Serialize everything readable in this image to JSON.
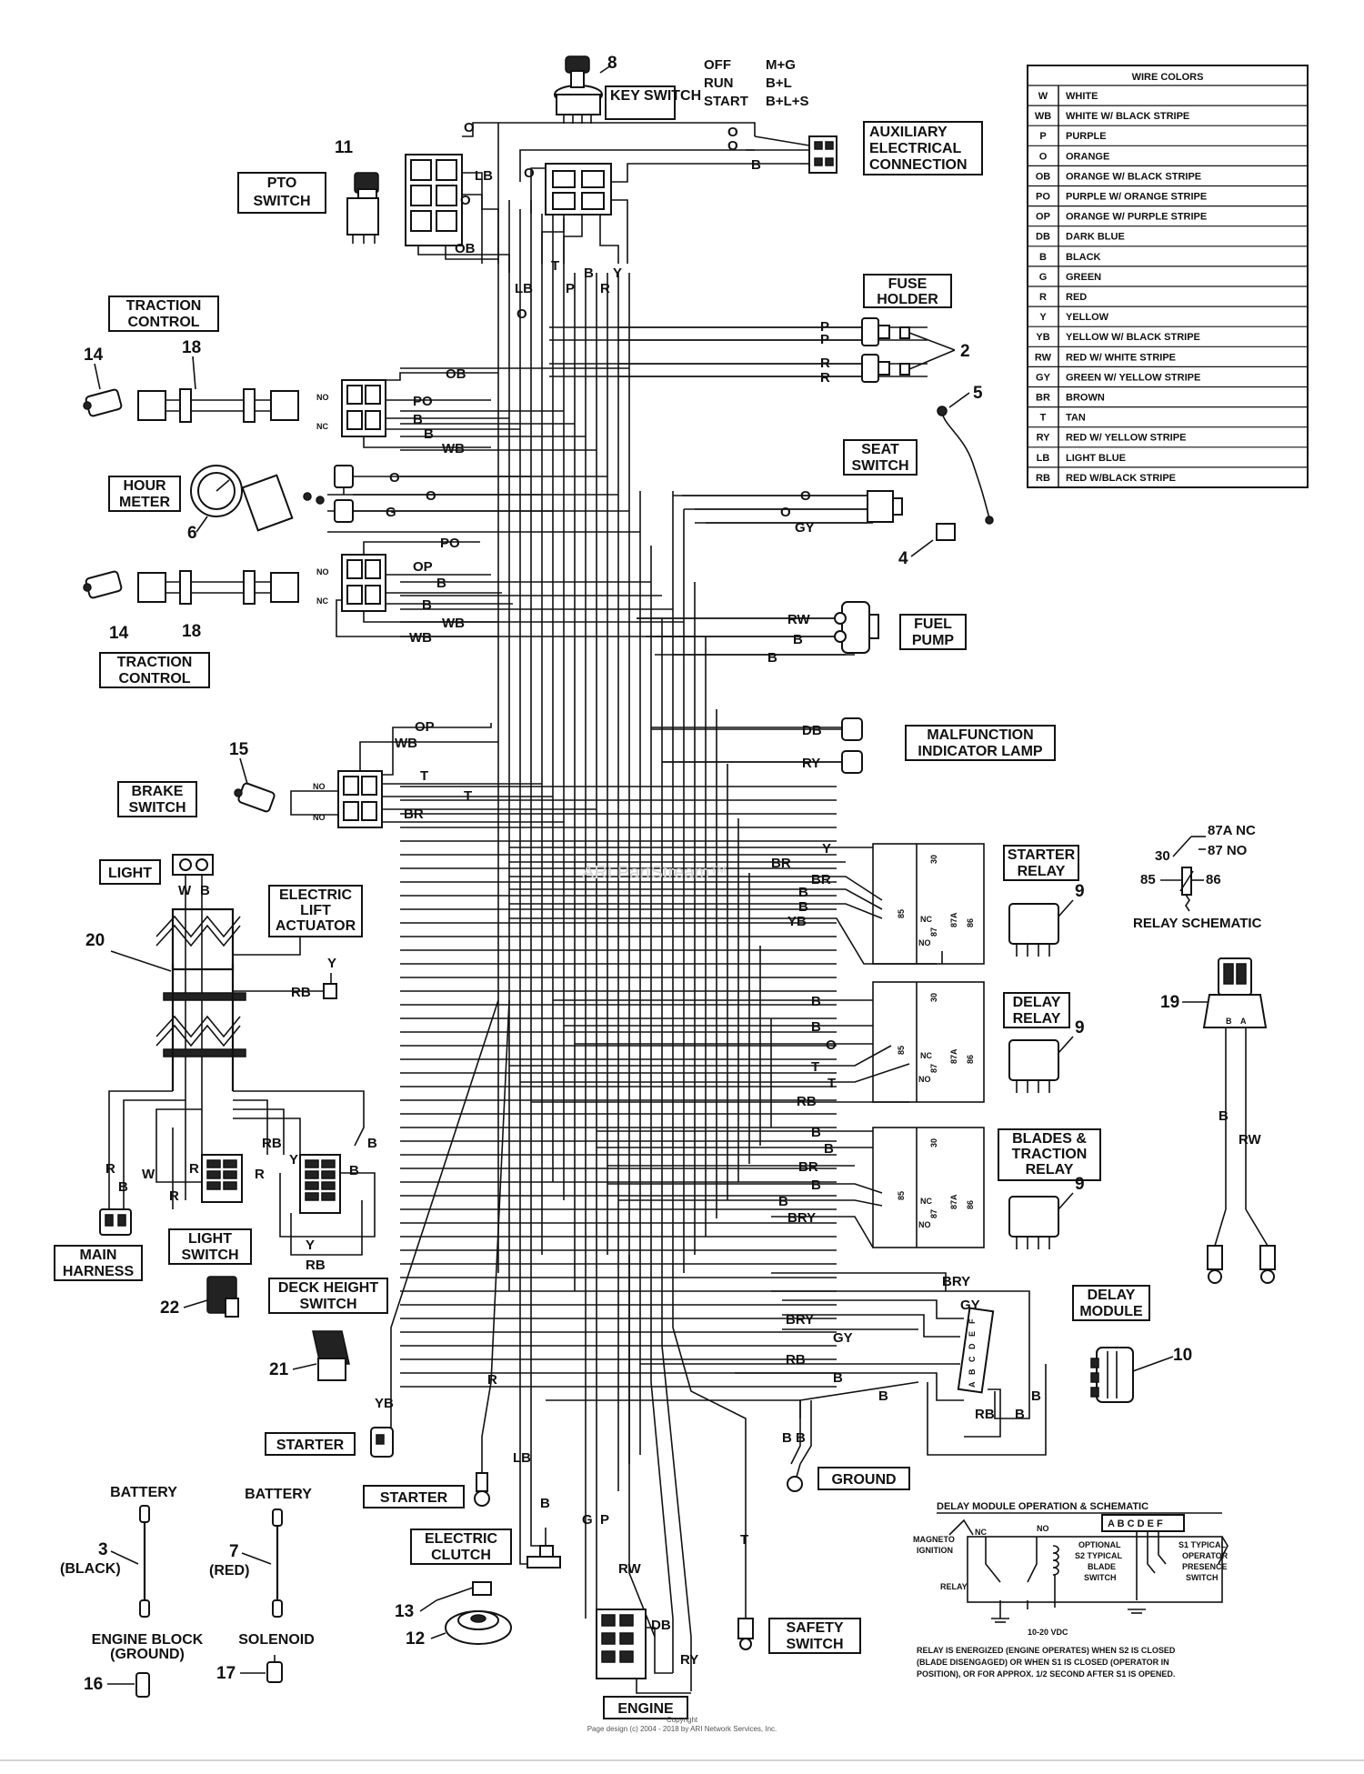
{
  "key_switch": {
    "label": "KEY SWITCH",
    "item": "8",
    "positions": [
      {
        "name": "OFF",
        "value": "M+G"
      },
      {
        "name": "RUN",
        "value": "B+L"
      },
      {
        "name": "START",
        "value": "B+L+S"
      }
    ]
  },
  "wire_colors": {
    "title": "WIRE COLORS",
    "rows": [
      {
        "code": "W",
        "desc": "WHITE"
      },
      {
        "code": "WB",
        "desc": "WHITE W/ BLACK STRIPE"
      },
      {
        "code": "P",
        "desc": "PURPLE"
      },
      {
        "code": "O",
        "desc": "ORANGE"
      },
      {
        "code": "OB",
        "desc": "ORANGE W/ BLACK STRIPE"
      },
      {
        "code": "PO",
        "desc": "PURPLE W/ ORANGE STRIPE"
      },
      {
        "code": "OP",
        "desc": "ORANGE W/ PURPLE STRIPE"
      },
      {
        "code": "DB",
        "desc": "DARK BLUE"
      },
      {
        "code": "B",
        "desc": "BLACK"
      },
      {
        "code": "G",
        "desc": "GREEN"
      },
      {
        "code": "R",
        "desc": "RED"
      },
      {
        "code": "Y",
        "desc": "YELLOW"
      },
      {
        "code": "YB",
        "desc": "YELLOW W/ BLACK STRIPE"
      },
      {
        "code": "RW",
        "desc": "RED W/ WHITE STRIPE"
      },
      {
        "code": "GY",
        "desc": "GREEN W/ YELLOW STRIPE"
      },
      {
        "code": "BR",
        "desc": "BROWN"
      },
      {
        "code": "T",
        "desc": "TAN"
      },
      {
        "code": "RY",
        "desc": "RED W/ YELLOW STRIPE"
      },
      {
        "code": "LB",
        "desc": "LIGHT BLUE"
      },
      {
        "code": "RB",
        "desc": "RED W/BLACK STRIPE"
      }
    ]
  },
  "labels": {
    "aux": [
      "AUXILIARY",
      "ELECTRICAL",
      "CONNECTION"
    ],
    "pto": [
      "PTO",
      "SWITCH"
    ],
    "fuse": [
      "FUSE",
      "HOLDER"
    ],
    "traction": [
      "TRACTION",
      "CONTROL"
    ],
    "seat": [
      "SEAT",
      "SWITCH"
    ],
    "hour": [
      "HOUR",
      "METER"
    ],
    "fuel": [
      "FUEL",
      "PUMP"
    ],
    "mil": [
      "MALFUNCTION",
      "INDICATOR LAMP"
    ],
    "brake": [
      "BRAKE",
      "SWITCH"
    ],
    "starter_relay": [
      "STARTER",
      "RELAY"
    ],
    "delay_relay": [
      "DELAY",
      "RELAY"
    ],
    "blades_relay": [
      "BLADES &",
      "TRACTION",
      "RELAY"
    ],
    "delay_module": [
      "DELAY",
      "MODULE"
    ],
    "light": "LIGHT",
    "lift": [
      "ELECTRIC",
      "LIFT",
      "ACTUATOR"
    ],
    "main_harness": [
      "MAIN",
      "HARNESS"
    ],
    "light_switch": [
      "LIGHT",
      "SWITCH"
    ],
    "deck_height": [
      "DECK HEIGHT",
      "SWITCH"
    ],
    "starter1": "STARTER",
    "starter2": "STARTER",
    "ground": "GROUND",
    "clutch": [
      "ELECTRIC",
      "CLUTCH"
    ],
    "safety": [
      "SAFETY",
      "SWITCH"
    ],
    "engine": "ENGINE",
    "relay_schematic": "RELAY SCHEMATIC",
    "battery1": "BATTERY",
    "battery2": "BATTERY",
    "black": "(BLACK)",
    "red": "(RED)",
    "engine_block": [
      "ENGINE BLOCK",
      "(GROUND)"
    ],
    "solenoid": "SOLENOID",
    "relay_pins": {
      "p87a": "87A",
      "nc": "NC",
      "p87": "87",
      "no": "NO",
      "p30": "30",
      "p85": "85",
      "p86": "86"
    }
  },
  "delay_module_op": {
    "title": "DELAY MODULE OPERATION & SCHEMATIC",
    "letters": "A B C D E F",
    "magneto": [
      "MAGNETO",
      "IGNITION"
    ],
    "relay": "RELAY",
    "vdc": "10-20 VDC",
    "s2": [
      "OPTIONAL",
      "S2 TYPICAL",
      "BLADE",
      "SWITCH"
    ],
    "s1": [
      "S1 TYPICAL",
      "OPERATOR",
      "PRESENCE",
      "SWITCH"
    ],
    "note": [
      "RELAY IS ENERGIZED (ENGINE OPERATES) WHEN S2 IS CLOSED",
      "(BLADE DISENGAGED) OR WHEN S1 IS CLOSED (OPERATOR IN",
      "POSITION), OR FOR APPROX. 1/2 SECOND AFTER S1 IS OPENED."
    ]
  },
  "footer": {
    "copyright": "Copyright",
    "line": "Page design (c) 2004 - 2018 by ARI Network Services, Inc."
  },
  "watermark": "ARI PartStream™"
}
